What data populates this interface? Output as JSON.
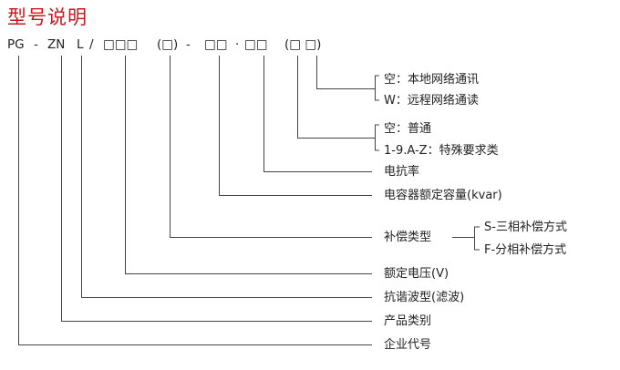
{
  "title": "型号说明",
  "code": {
    "enterprise": "PG",
    "dash1": "-",
    "category": "ZN",
    "filter": "L",
    "slash": "/",
    "voltage": "□□□",
    "compensation": "(□)",
    "dash2": "-",
    "capacity": "□□",
    "dot": "·",
    "reactance": "□□",
    "special": "(□ □)"
  },
  "labels": {
    "comm_empty": "空：本地网络通讯",
    "comm_w": "W：远程网络通读",
    "special_empty": "空：普通",
    "special_codes": "1-9.A-Z：特殊要求类",
    "reactance": "电抗率",
    "capacity": "电容器额定容量(kvar)",
    "compensation": "补偿类型",
    "comp_s": "S-三相补偿方式",
    "comp_f": "F-分相补偿方式",
    "voltage": "额定电压(V)",
    "filter": "抗谐波型(滤波)",
    "category": "产品类别",
    "enterprise": "企业代号"
  }
}
